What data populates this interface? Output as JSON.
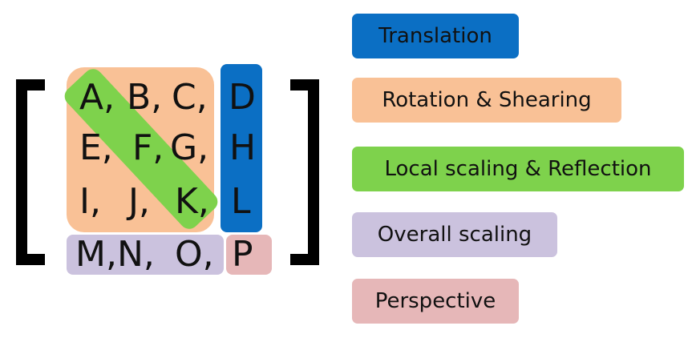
{
  "colors": {
    "translation": "#0b6fc4",
    "rotation_shearing": "#f9c196",
    "local_scaling_reflection": "#7ed24c",
    "overall_scaling": "#cbc2de",
    "perspective": "#e6b7b8",
    "bracket": "#000000"
  },
  "matrix": {
    "rows": [
      [
        "A,",
        "B,",
        "C,",
        "D"
      ],
      [
        "E,",
        "F,",
        "G,",
        "H"
      ],
      [
        "I,",
        "J,",
        "K,",
        "L"
      ],
      [
        "M,N,",
        "O,",
        "P"
      ]
    ]
  },
  "legend": [
    {
      "label": "Translation",
      "color": "#0b6fc4",
      "text_color": "#111111"
    },
    {
      "label": "Rotation & Shearing",
      "color": "#f9c196",
      "text_color": "#111111"
    },
    {
      "label": "Local scaling & Reflection",
      "color": "#7ed24c",
      "text_color": "#111111"
    },
    {
      "label": "Overall scaling",
      "color": "#cbc2de",
      "text_color": "#111111"
    },
    {
      "label": "Perspective",
      "color": "#e6b7b8",
      "text_color": "#111111"
    }
  ]
}
